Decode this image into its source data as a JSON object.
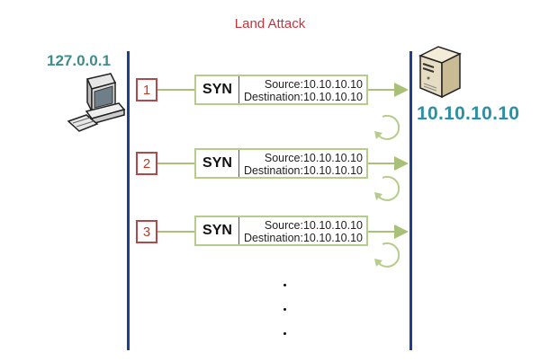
{
  "title": "Land Attack",
  "attacker": {
    "ip": "127.0.0.1",
    "icon": "computer-icon"
  },
  "victim": {
    "ip": "10.10.10.10",
    "icon": "server-icon"
  },
  "packets": [
    {
      "step": "1",
      "flag": "SYN",
      "source": "Source:10.10.10.10",
      "destination": "Destination:10.10.10.10"
    },
    {
      "step": "2",
      "flag": "SYN",
      "source": "Source:10.10.10.10",
      "destination": "Destination:10.10.10.10"
    },
    {
      "step": "3",
      "flag": "SYN",
      "source": "Source:10.10.10.10",
      "destination": "Destination:10.10.10.10"
    }
  ],
  "continuation": "…",
  "colors": {
    "title": "#c8323a",
    "lifeline": "#1f3f8a",
    "arrow": "#a8c078",
    "step_border": "#b04a4a",
    "ip_text": "#2e8fa3"
  }
}
